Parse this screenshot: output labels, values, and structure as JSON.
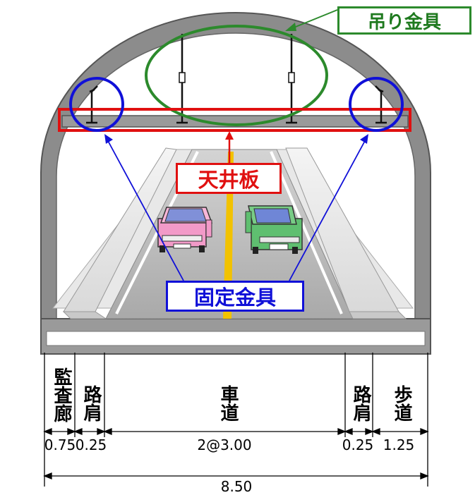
{
  "callouts": {
    "hanger": "吊り金具",
    "ceiling_board": "天井板",
    "fixing_bracket": "固定金具"
  },
  "cross_section": {
    "zones": [
      {
        "name": "監査廊",
        "width": "0.75"
      },
      {
        "name": "路肩",
        "width": "0.25"
      },
      {
        "name": "車道",
        "width": "2@3.00"
      },
      {
        "name": "路肩",
        "width": "0.25"
      },
      {
        "name": "歩道",
        "width": "1.25"
      }
    ],
    "total_width": "8.50"
  },
  "colors": {
    "tunnel_lining": "#8c8c8c",
    "green_annotation": "#2c8a2c",
    "red_annotation": "#e01010",
    "blue_annotation": "#1010d8",
    "center_line": "#f2c200",
    "pink_car": "#f29ac8",
    "green_car": "#5fbf70"
  }
}
